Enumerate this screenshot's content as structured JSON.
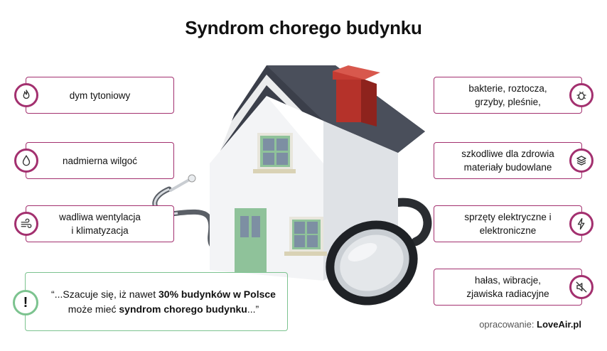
{
  "title": "Syndrom chorego budynku",
  "left_items": [
    {
      "text": "dym tytoniowy",
      "icon": "flame-icon"
    },
    {
      "text": "nadmierna wilgoć",
      "icon": "droplet-icon"
    },
    {
      "line1": "wadliwa wentylacja",
      "line2": "i klimatyzacja",
      "icon": "wind-icon"
    }
  ],
  "right_items": [
    {
      "line1": "bakterie, roztocza,",
      "line2": "grzyby, pleśnie,",
      "icon": "bug-icon"
    },
    {
      "line1": "szkodliwe dla zdrowia",
      "line2": "materiały budowlane",
      "icon": "layers-icon"
    },
    {
      "line1": "sprzęty elektryczne i",
      "line2": "elektroniczne",
      "icon": "lightning-icon"
    },
    {
      "line1": "hałas, wibracje,",
      "line2": "zjawiska radiacyjne",
      "icon": "speaker-mute-icon"
    }
  ],
  "quote": {
    "icon": "!",
    "part1": "“...Szacuje się, iż nawet ",
    "bold": "30% budynków w Polsce",
    "part2": " może mieć ",
    "bold2": "syndrom chorego budynku",
    "part3": "...”"
  },
  "credit": {
    "label": "opracowanie: ",
    "source": "LoveAir.pl"
  },
  "colors": {
    "accent": "#a3306f",
    "quote_border": "#7cc38f",
    "roof": "#3b3f4a",
    "chimney": "#b5322a",
    "door": "#8fc29a"
  }
}
